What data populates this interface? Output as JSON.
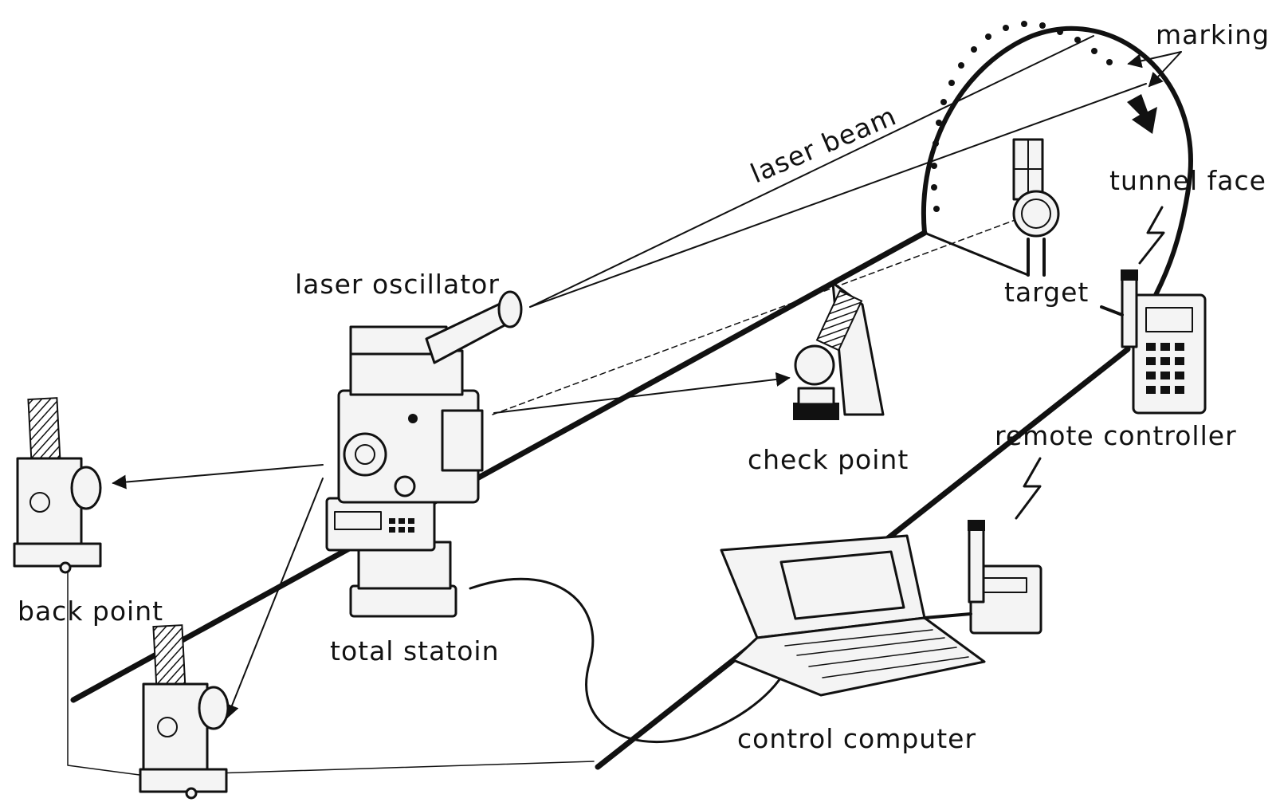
{
  "labels": {
    "marking": "marking",
    "laser_beam": "laser beam",
    "tunnel_face": "tunnel face",
    "laser_oscillator": "laser  oscillator",
    "target": "target",
    "check_point": "check point",
    "remote_controller": "remote controller",
    "back_point": "back point",
    "total_station": "total statoin",
    "control_computer": "control computer"
  },
  "colors": {
    "ink": "#111111",
    "background": "#ffffff"
  }
}
